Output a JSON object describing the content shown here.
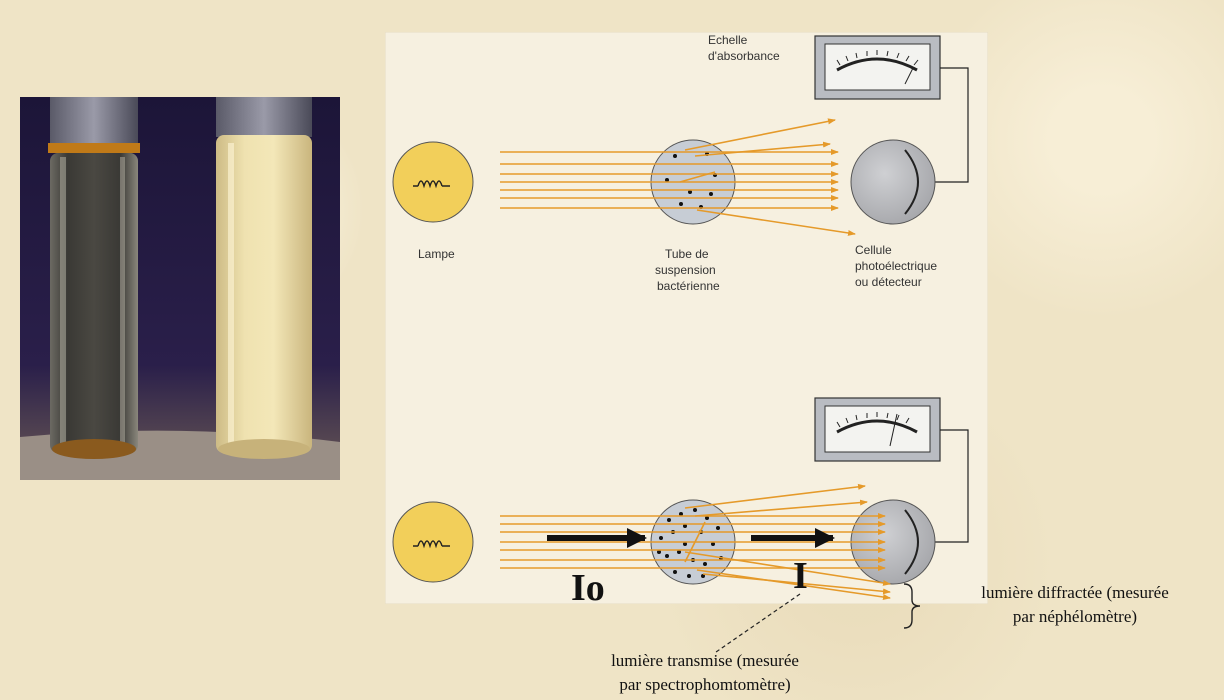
{
  "diagram": {
    "top": {
      "scale_label_line1": "Echelle",
      "scale_label_line2": "d'absorbance",
      "lamp_label": "Lampe",
      "tube_label_line1": "Tube de",
      "tube_label_line2": "suspension",
      "tube_label_line3": "bactérienne",
      "cell_label_line1": "Cellule",
      "cell_label_line2": "photoélectrique",
      "cell_label_line3": "ou détecteur"
    },
    "bottom": {
      "incident_label": "Io",
      "transmitted_label": "I"
    }
  },
  "annotations": {
    "diffracted_line1": "lumière diffractée (mesurée",
    "diffracted_line2": "par néphélomètre)",
    "transmitted_line1": "lumière transmise (mesurée",
    "transmitted_line2": "par spectrophomtomètre)"
  },
  "colors": {
    "ray": "#e59a2a",
    "lamp": "#f2cf5a",
    "gauge_face": "#f0f0f0",
    "detector": "#b9babd"
  }
}
